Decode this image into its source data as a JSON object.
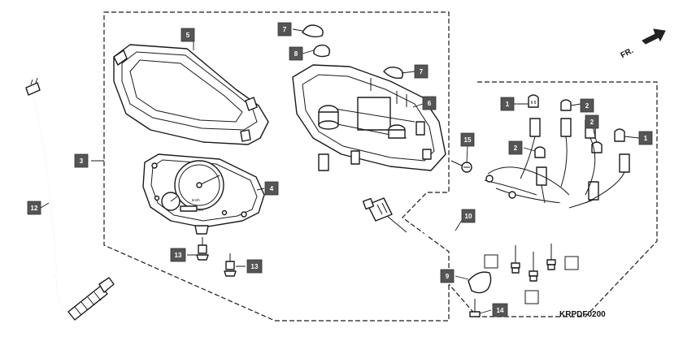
{
  "diagram": {
    "code": "KRPDF0200",
    "direction": "FR.",
    "callouts": {
      "c5": "5",
      "c7a": "7",
      "c8": "8",
      "c7b": "7",
      "c6": "6",
      "c3": "3",
      "c4": "4",
      "c12": "12",
      "c15": "15",
      "c1a": "1",
      "c2a": "2",
      "c2b": "2",
      "c2c": "2",
      "c1b": "1",
      "c10": "10",
      "c9": "9",
      "c13a": "13",
      "c13b": "13",
      "c14": "14"
    },
    "gauge_labels": {
      "kmh": "km/h",
      "km": "km"
    }
  }
}
